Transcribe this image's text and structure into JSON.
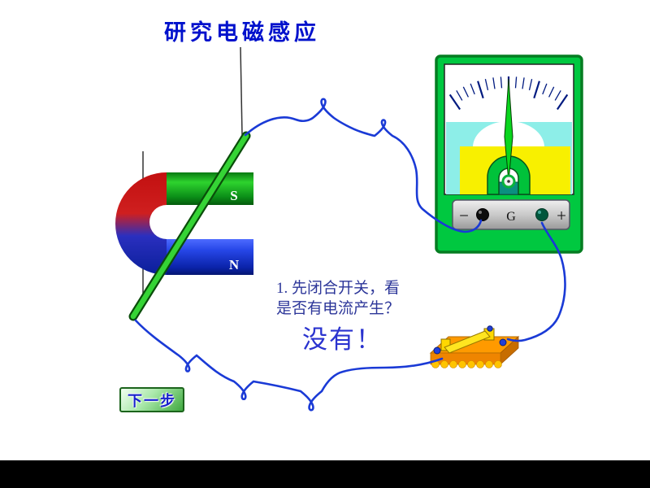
{
  "title": "研究电磁感应",
  "question": {
    "line1": "1. 先闭合开关，看",
    "line2": "是否有电流产生？"
  },
  "answer": "没有！",
  "next_button": {
    "label": "下一步"
  },
  "galvanometer": {
    "minus_label": "−",
    "g_label": "G",
    "plus_label": "+"
  },
  "magnet": {
    "south_label": "S",
    "north_label": "N"
  },
  "colors": {
    "title_blue": "#0011cc",
    "wire_blue": "#1a3ad6",
    "meter_frame_green": "#00c840",
    "meter_yellow": "#f8f000",
    "meter_cyan": "#8deee8",
    "magnet_green": "#2ed32e",
    "magnet_blue": "#2747e8",
    "magnet_red": "#c81414",
    "switch_orange": "#ff9a00",
    "button_green": "#3fa83f"
  }
}
